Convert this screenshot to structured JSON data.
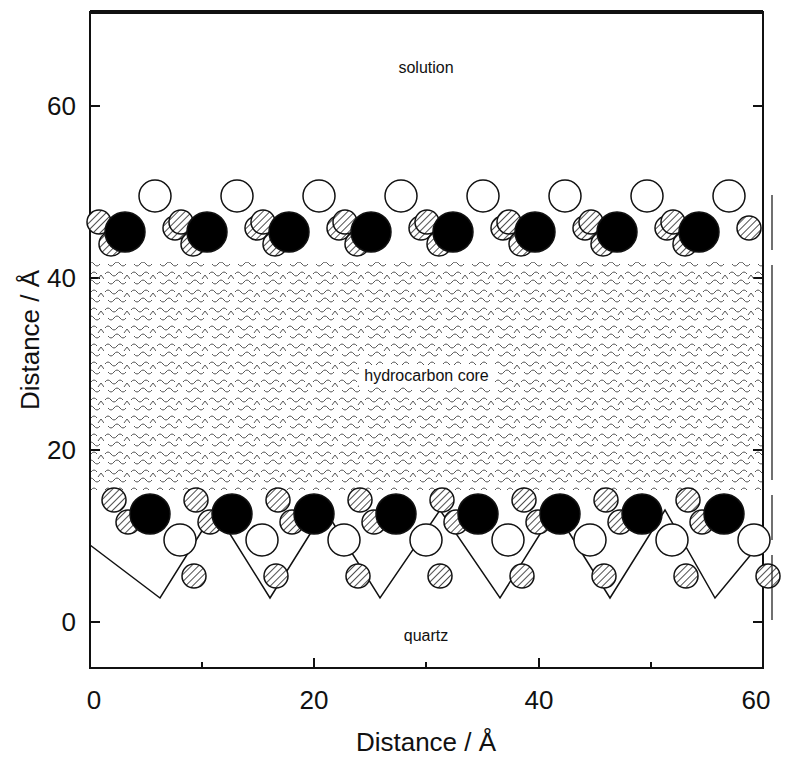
{
  "diagram": {
    "nodes": [
      {
        "text": [
          "hydrocarbon core"
        ]
      }
    ],
    "labels": [
      "solution",
      "quartz",
      "Distance / Å",
      "Distance / Å",
      "60",
      "40",
      "20",
      "0",
      "0",
      "20",
      "40",
      "60"
    ]
  }
}
